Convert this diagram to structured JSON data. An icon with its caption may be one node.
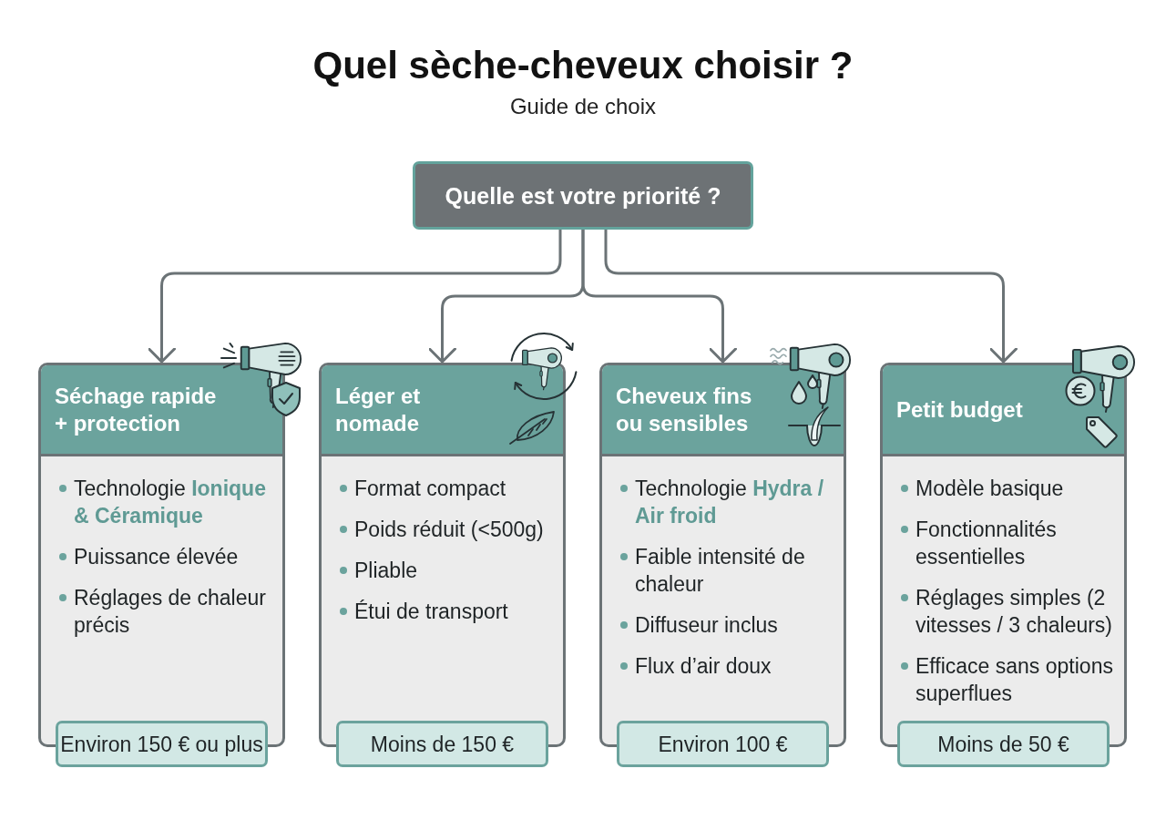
{
  "diagram": {
    "title": "Quel sèche-cheveux choisir ?",
    "nodes": [
      {
        "text": [
          "Quelle est votre priorité ?"
        ]
      },
      {
        "text": [
          "Séchage rapide + protection",
          "Technologie **Ionique & Céramique**",
          "Puissance élevée",
          "Réglages de chaleur précis"
        ]
      },
      {
        "text": [
          "Environ 150 € ou plus"
        ]
      },
      {
        "text": [
          "Léger et nomade",
          "Format compact",
          "Poids réduit (<500g)",
          "Pliable",
          "Étui de transport"
        ]
      },
      {
        "text": [
          "Moins de 150 €"
        ]
      },
      {
        "text": [
          "Cheveux fins ou sensibles",
          "Technologie **Hydra / Air froid**",
          "Faible intensité de chaleur",
          "Diffuseur inclus",
          "Flux d’air doux"
        ]
      },
      {
        "text": [
          "Environ 100 €"
        ]
      },
      {
        "text": [
          "Petit budget",
          "Modèle basique",
          "Fonctionnalités essentielles",
          "Réglages simples (2 vitesses / 3 chaleurs)",
          "Efficace sans options superflues"
        ]
      },
      {
        "text": [
          "Moins de 50 €"
        ]
      }
    ],
    "edges": [
      {
        "from": 0,
        "to": 1,
        "arrow": "to"
      },
      {
        "from": 0,
        "to": 3,
        "arrow": "to"
      },
      {
        "from": 0,
        "to": 5,
        "arrow": "to"
      },
      {
        "from": 0,
        "to": 7,
        "arrow": "to"
      }
    ],
    "labels": [
      "Guide de choix"
    ]
  }
}
